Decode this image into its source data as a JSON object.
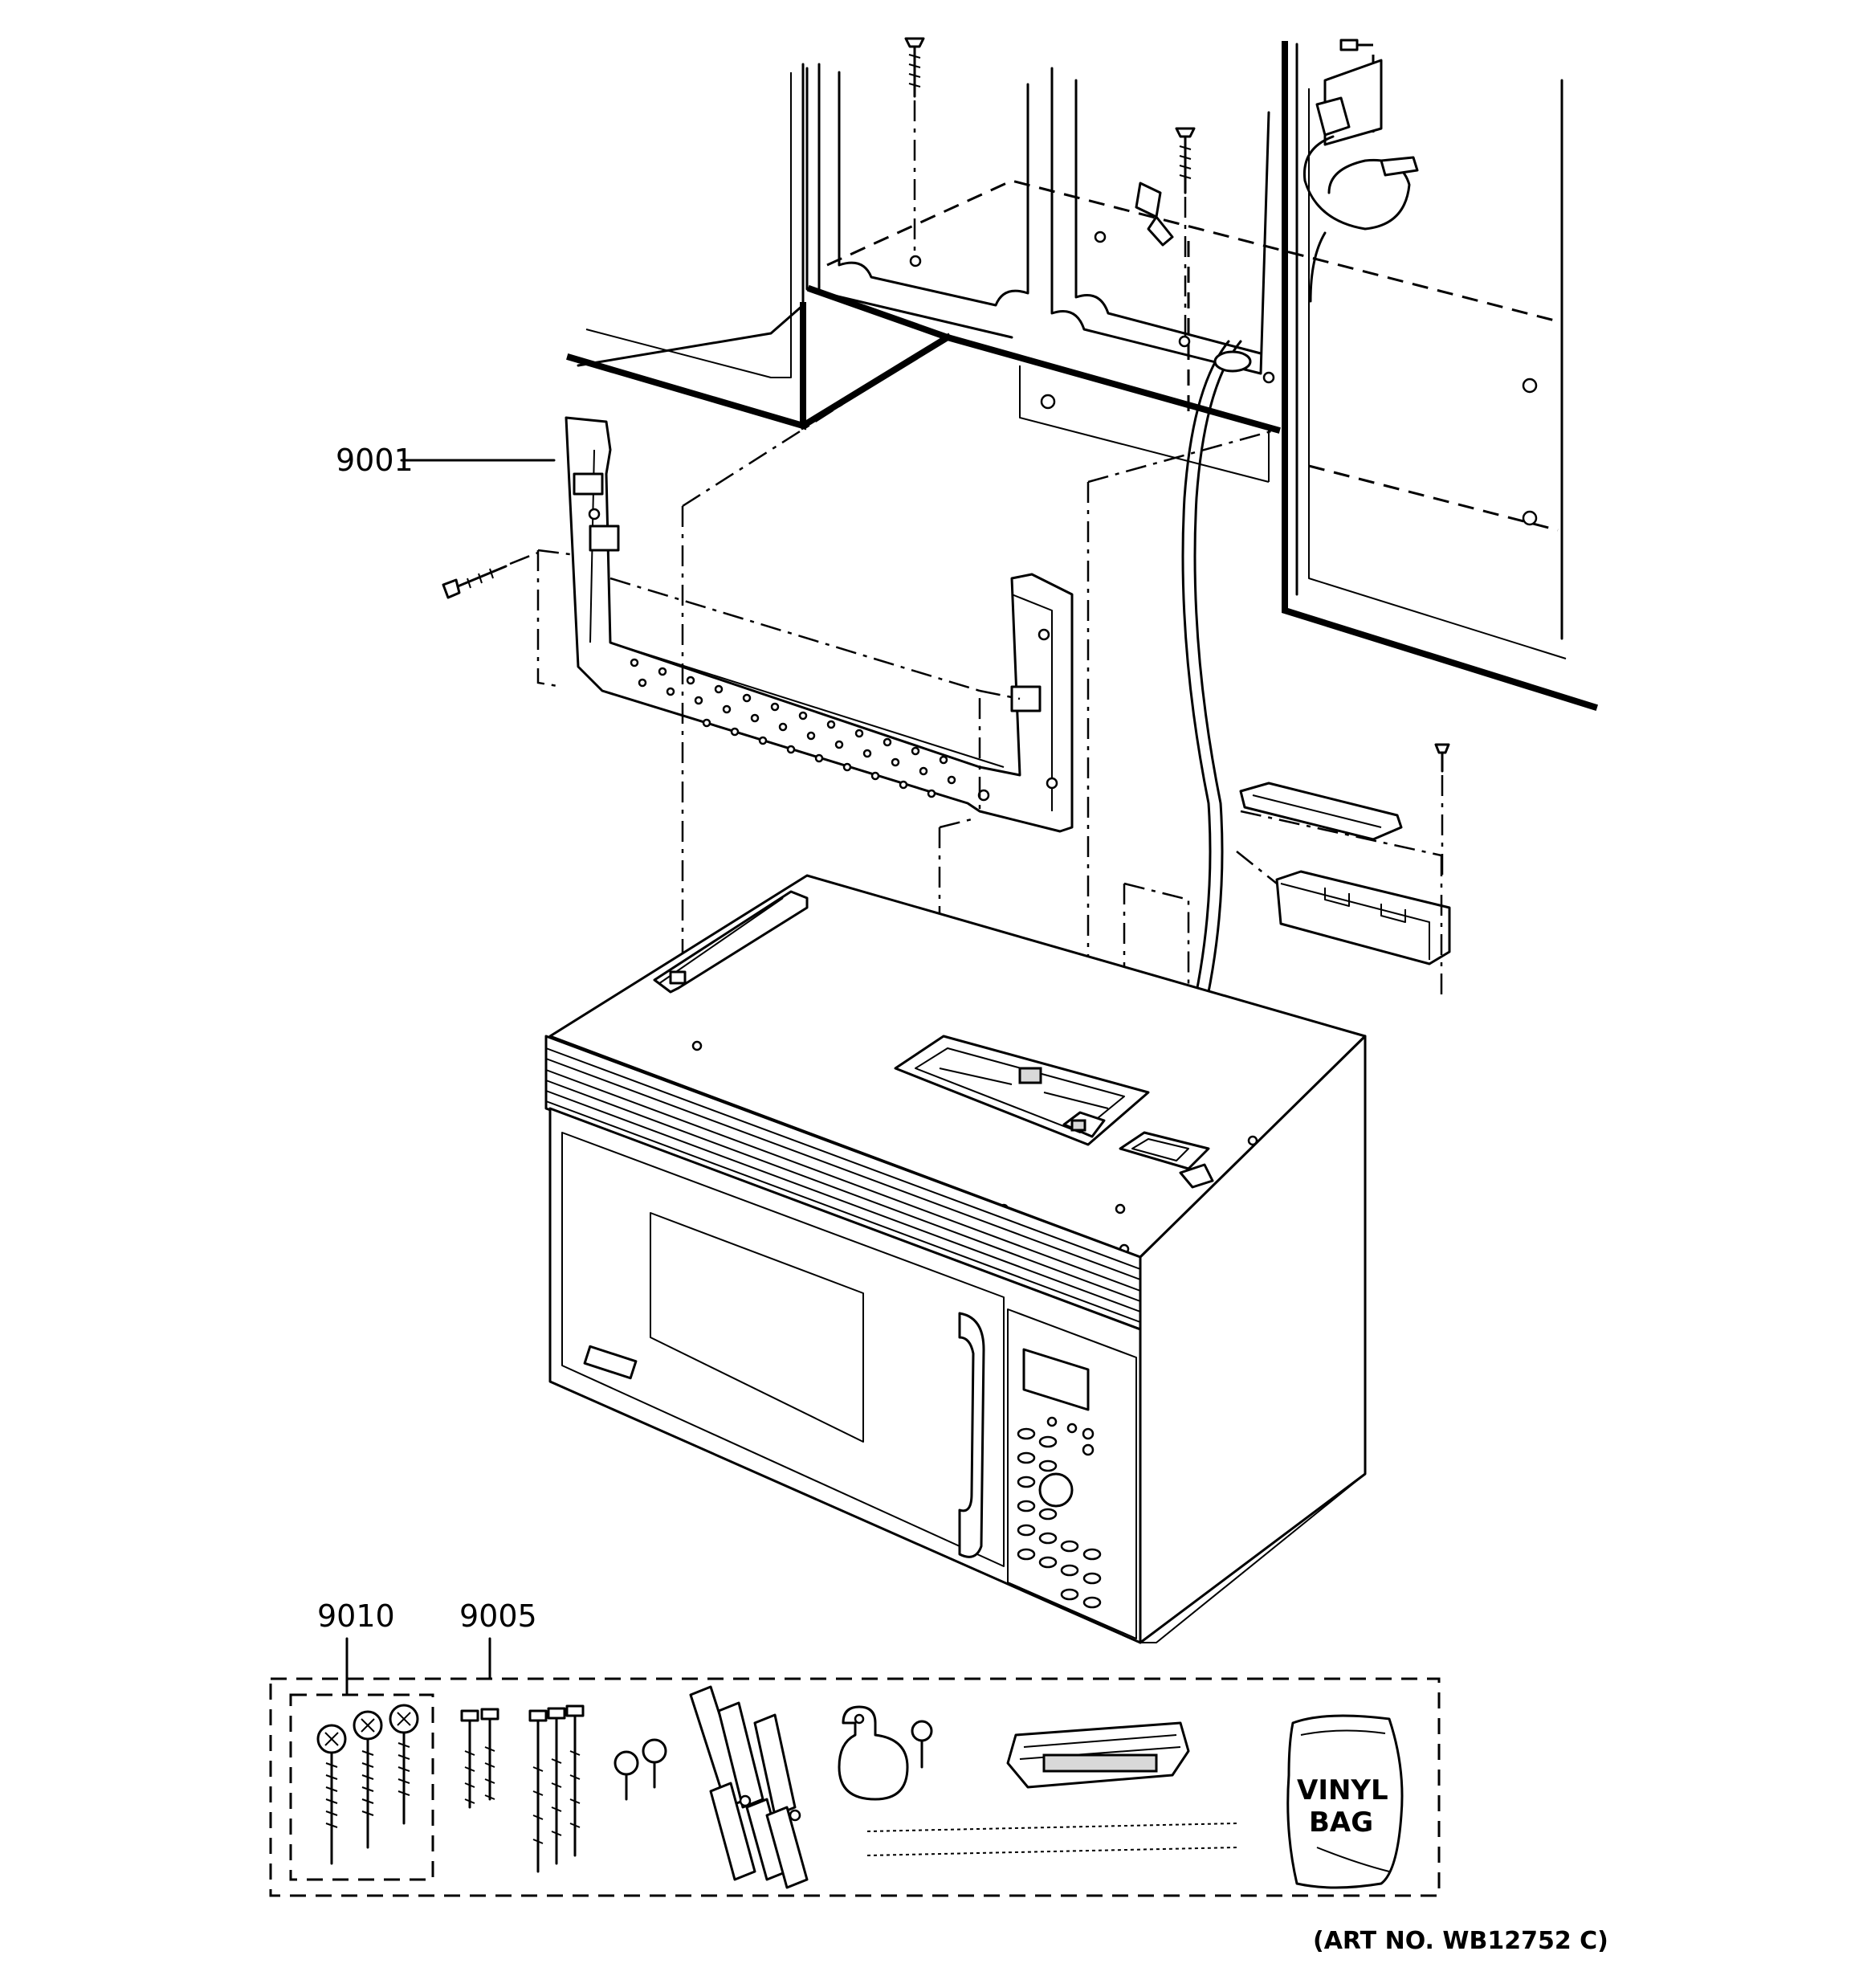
{
  "callouts": {
    "bracket": "9001",
    "screw_bag_kit": "9010",
    "hardware_kit": "9005"
  },
  "vinyl_bag": {
    "line1": "VINYL",
    "line2": "BAG"
  },
  "art_number": "(ART NO. WB12752 C)"
}
